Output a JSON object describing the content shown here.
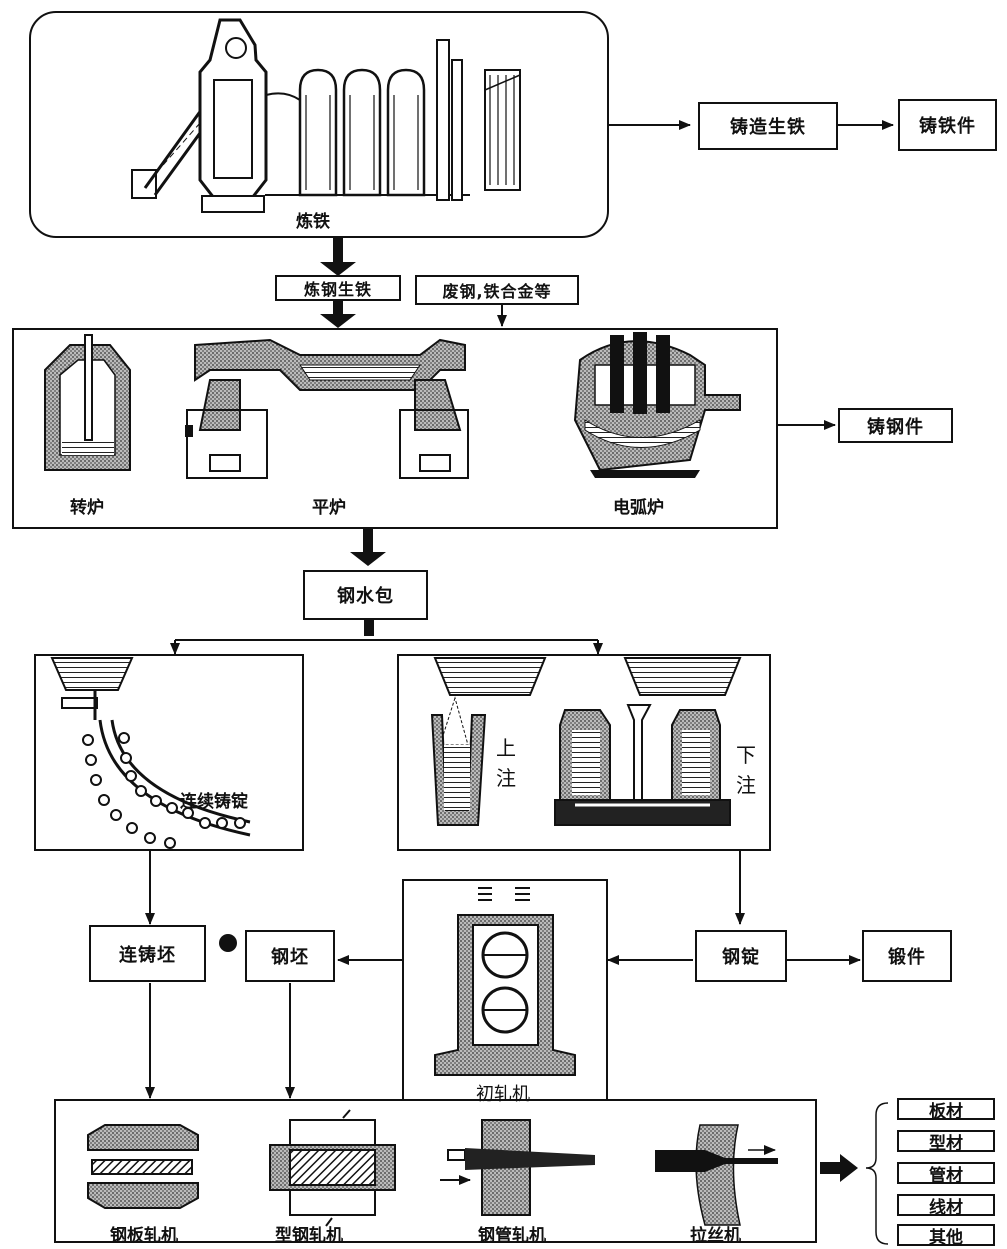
{
  "processes": {
    "ironmaking": "炼铁",
    "steel_pig_iron": "炼钢生铁",
    "scrap_alloys": "废钢,铁合金等",
    "casting_pig_iron": "铸造生铁",
    "iron_castings": "铸铁件",
    "steel_castings": "铸钢件",
    "ladle": "钢水包",
    "continuous_casting": "连续铸锭",
    "top_pour_1": "上",
    "top_pour_2": "注",
    "bottom_pour_1": "下",
    "bottom_pour_2": "注",
    "cc_billet": "连铸坯",
    "billet": "钢坯",
    "ingot": "钢锭",
    "forgings": "锻件",
    "blooming_mill": "初轧机"
  },
  "furnaces": [
    "转炉",
    "平炉",
    "电弧炉"
  ],
  "mills": [
    "钢板轧机",
    "型钢轧机",
    "钢管轧机",
    "拉丝机"
  ],
  "products": [
    "板材",
    "型材",
    "管材",
    "线材",
    "其他"
  ]
}
